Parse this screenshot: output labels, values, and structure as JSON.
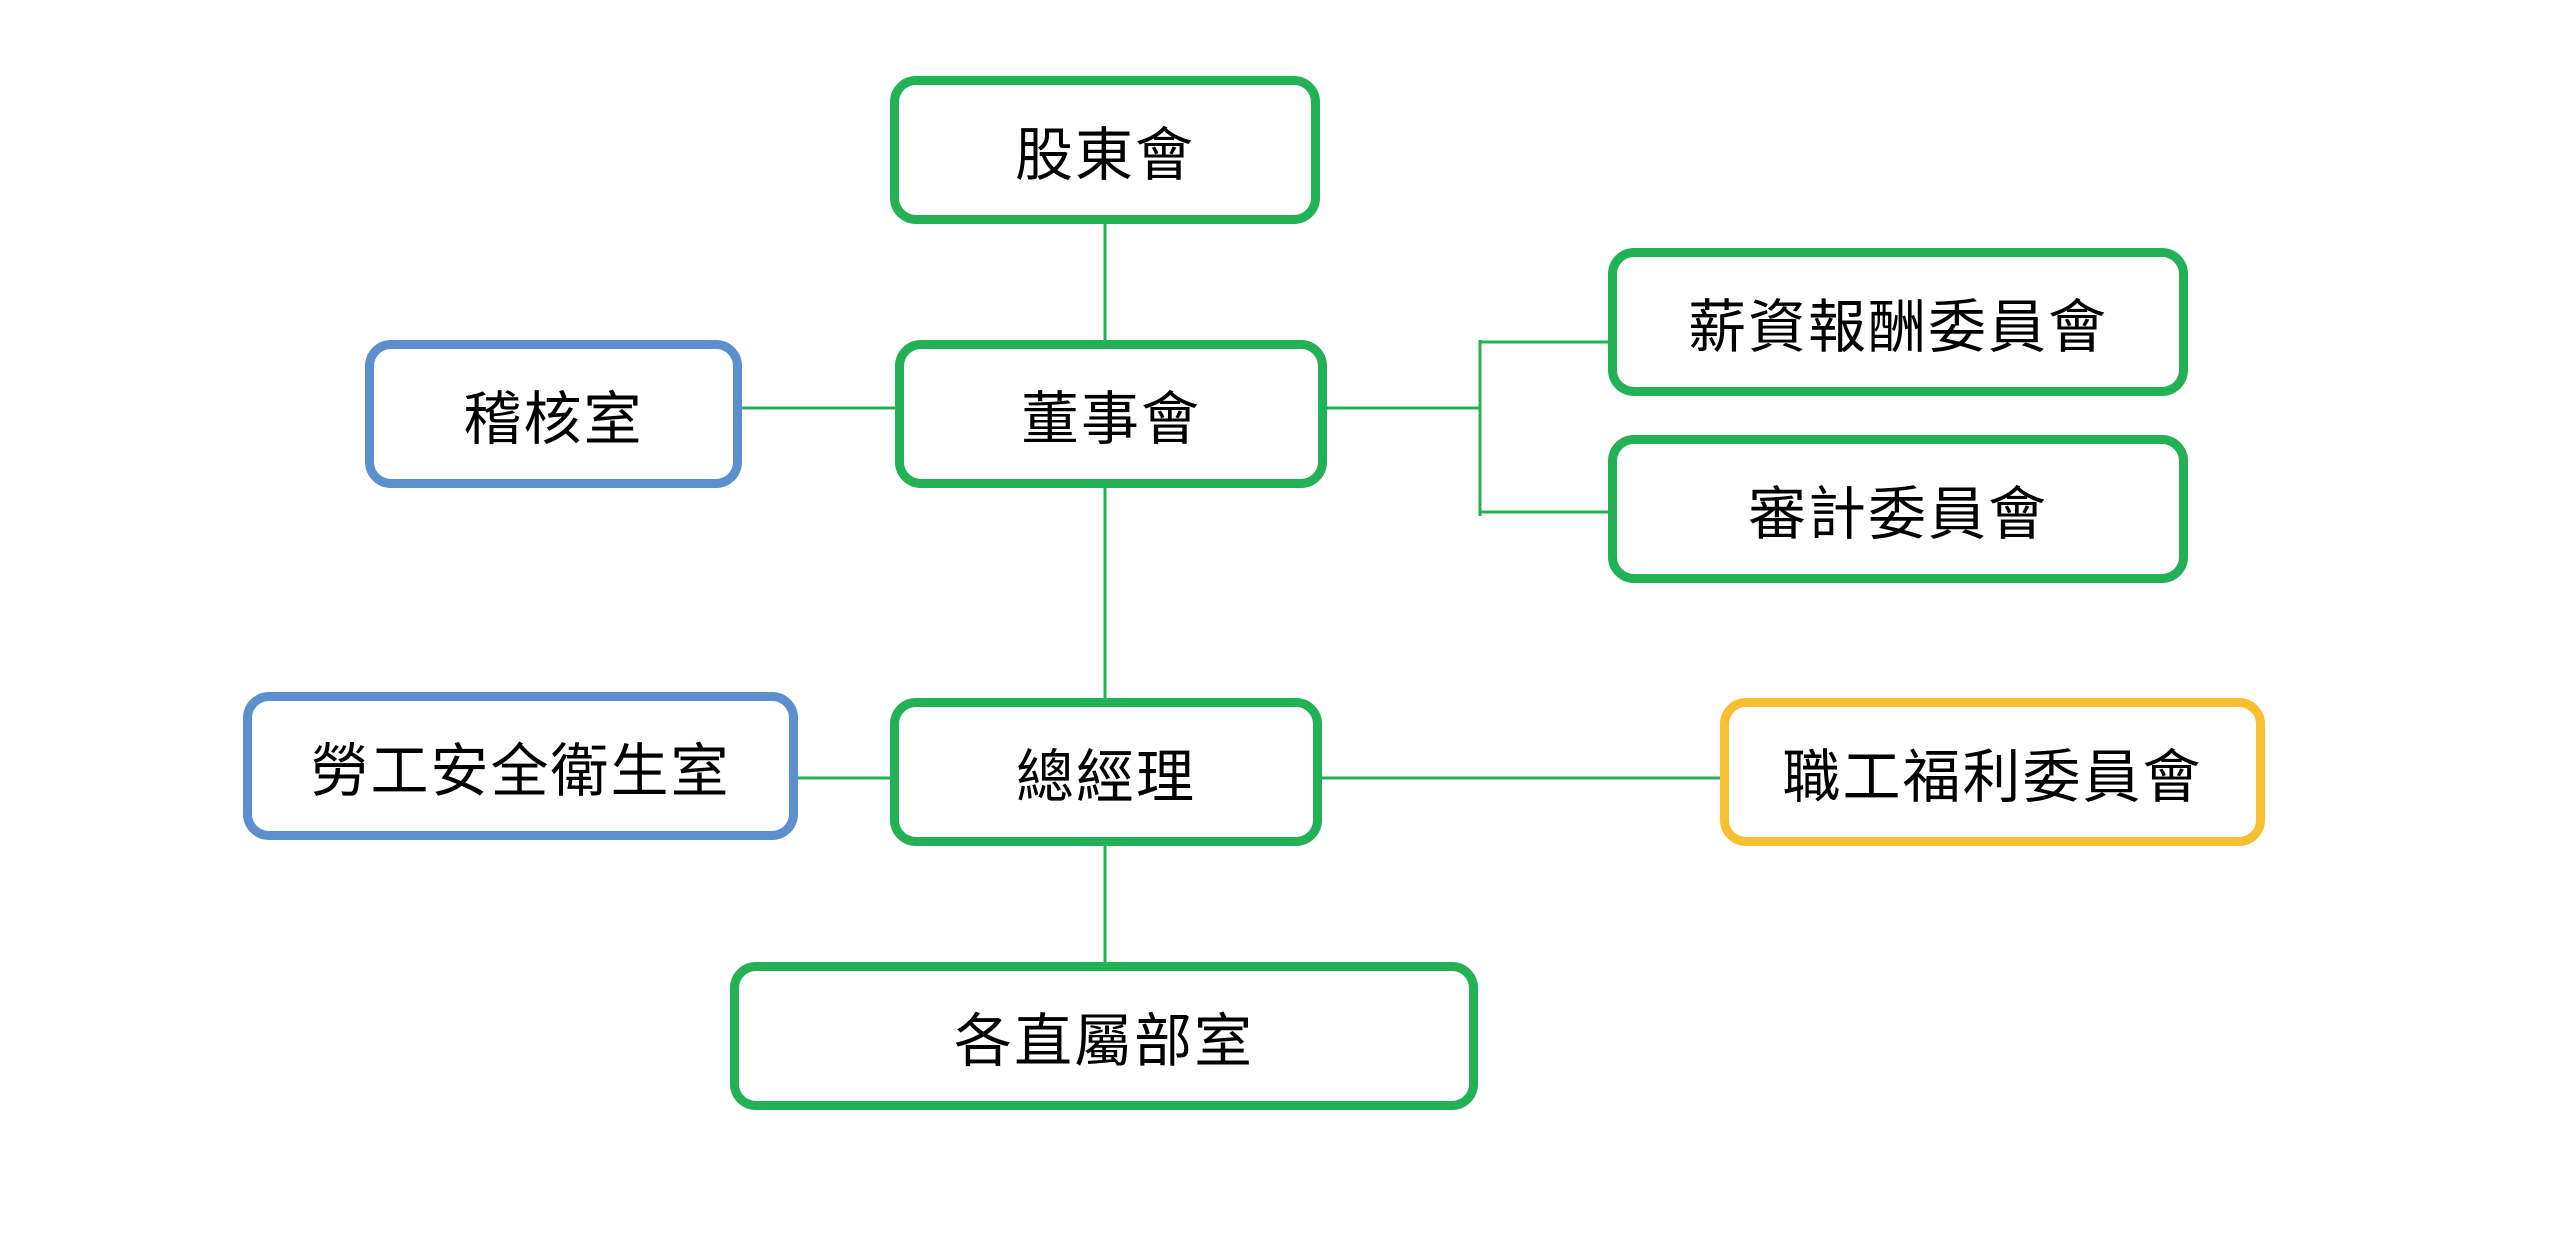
{
  "diagram": {
    "nodes": {
      "shareholders": {
        "label": "股東會",
        "color": "#22b154"
      },
      "board": {
        "label": "董事會",
        "color": "#22b154"
      },
      "audit_office": {
        "label": "稽核室",
        "color": "#5b8fce"
      },
      "comp_committee": {
        "label": "薪資報酬委員會",
        "color": "#22b154"
      },
      "audit_committee": {
        "label": "審計委員會",
        "color": "#22b154"
      },
      "gm": {
        "label": "總經理",
        "color": "#22b154"
      },
      "safety_office": {
        "label": "勞工安全衛生室",
        "color": "#5b8fce"
      },
      "welfare_committee": {
        "label": "職工福利委員會",
        "color": "#f6c030"
      },
      "departments": {
        "label": "各直屬部室",
        "color": "#22b154"
      }
    },
    "edges": [
      [
        "shareholders",
        "board"
      ],
      [
        "board",
        "audit_office"
      ],
      [
        "board",
        "comp_committee"
      ],
      [
        "board",
        "audit_committee"
      ],
      [
        "board",
        "gm"
      ],
      [
        "gm",
        "safety_office"
      ],
      [
        "gm",
        "welfare_committee"
      ],
      [
        "gm",
        "departments"
      ]
    ],
    "line_color": "#22b154"
  }
}
